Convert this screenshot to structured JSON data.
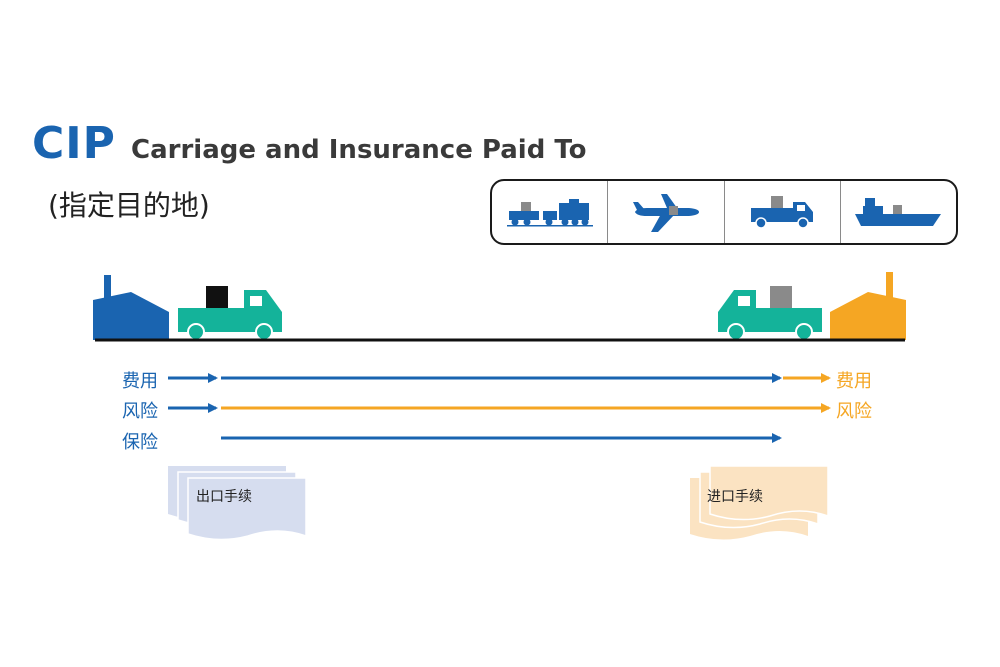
{
  "header": {
    "abbreviation": "CIP",
    "full_name": "Carriage and Insurance Paid To",
    "subtitle": "(指定目的地)"
  },
  "transport_modes": [
    {
      "icon": "train-icon"
    },
    {
      "icon": "airplane-icon"
    },
    {
      "icon": "truck-icon"
    },
    {
      "icon": "ship-icon"
    }
  ],
  "flows": {
    "cost": {
      "left_label": "费用",
      "right_label": "费用"
    },
    "risk": {
      "left_label": "风险",
      "right_label": "风险"
    },
    "insurance": {
      "left_label": "保险"
    }
  },
  "documents": {
    "export": "出口手续",
    "import": "进口手续"
  },
  "colors": {
    "seller_blue": "#1a64b0",
    "buyer_orange": "#f5a623",
    "truck_teal": "#14b39a",
    "export_doc": "#d6ddef",
    "import_doc": "#fbe3c2"
  }
}
